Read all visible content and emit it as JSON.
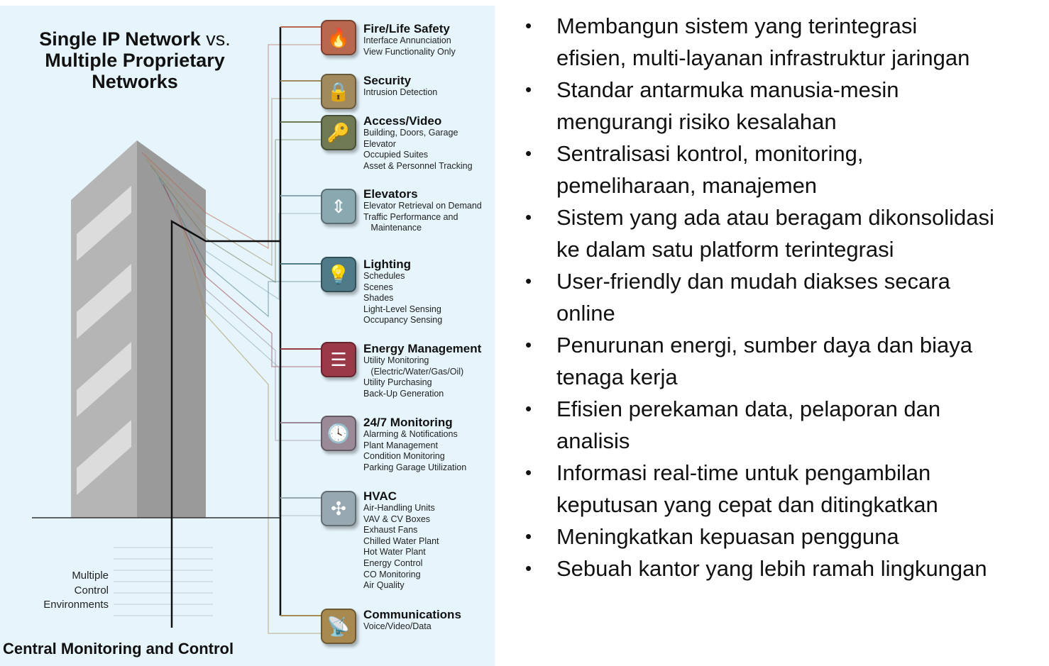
{
  "diagram": {
    "title_main": "Single IP Network",
    "title_vs": "vs.",
    "title_line2": "Multiple Proprietary",
    "title_line3": "Networks",
    "side_label": [
      "Multiple",
      "Control",
      "Environments"
    ],
    "bottom_label": "Central Monitoring and Control",
    "categories": [
      {
        "title": "Fire/Life Safety",
        "items": [
          "Interface Annunciation",
          "View Functionality Only"
        ],
        "icon": "flame-icon",
        "color": "#b8684e"
      },
      {
        "title": "Security",
        "items": [
          "Intrusion Detection"
        ],
        "icon": "padlock-icon",
        "color": "#a08a5e"
      },
      {
        "title": "Access/Video",
        "items": [
          "Building, Doors, Garage",
          "Elevator",
          "Occupied Suites",
          "Asset & Personnel Tracking"
        ],
        "icon": "key-icon",
        "color": "#6f7a55"
      },
      {
        "title": "Elevators",
        "items": [
          "Elevator Retrieval on Demand",
          "Traffic Performance and",
          "   Maintenance"
        ],
        "icon": "elevator-buttons-icon",
        "color": "#8aa8b0"
      },
      {
        "title": "Lighting",
        "items": [
          "Schedules",
          "Scenes",
          "Shades",
          "Light-Level Sensing",
          "Occupancy Sensing"
        ],
        "icon": "lightbulb-icon",
        "color": "#4f7a88"
      },
      {
        "title": "Energy Management",
        "items": [
          "Utility Monitoring",
          "   (Electric/Water/Gas/Oil)",
          "Utility Purchasing",
          "Back-Up Generation"
        ],
        "icon": "sliders-icon",
        "color": "#9a3a48"
      },
      {
        "title": "24/7 Monitoring",
        "items": [
          "Alarming & Notifications",
          "Plant Management",
          "Condition Monitoring",
          "Parking Garage Utilization"
        ],
        "icon": "clock-icon",
        "color": "#9a8a98"
      },
      {
        "title": "HVAC",
        "items": [
          "Air-Handling Units",
          "VAV & CV Boxes",
          "Exhaust Fans",
          "Chilled Water Plant",
          "Hot Water Plant",
          "Energy Control",
          "CO Monitoring",
          "Air Quality"
        ],
        "icon": "fan-icon",
        "color": "#98a8b0"
      },
      {
        "title": "Communications",
        "items": [
          "Voice/Video/Data"
        ],
        "icon": "antenna-icon",
        "color": "#a88a50"
      }
    ]
  },
  "bullets": [
    [
      "Membangun sistem yang terintegrasi",
      "efisien, multi-layanan infrastruktur jaringan"
    ],
    [
      "Standar antarmuka manusia-mesin",
      "mengurangi risiko kesalahan"
    ],
    [
      "Sentralisasi kontrol, monitoring,",
      "pemeliharaan, manajemen"
    ],
    [
      "Sistem yang ada atau beragam dikonsolidasi",
      "ke dalam satu platform terintegrasi"
    ],
    [
      "User-friendly dan mudah diakses secara",
      "online"
    ],
    [
      "Penurunan energi, sumber daya dan biaya",
      "tenaga kerja"
    ],
    [
      "Efisien perekaman data, pelaporan dan",
      "analisis"
    ],
    [
      "Informasi real-time untuk pengambilan",
      "keputusan yang cepat dan ditingkatkan"
    ],
    [
      "Meningkatkan kepuasan pengguna"
    ],
    [
      "Sebuah kantor yang lebih ramah lingkungan"
    ]
  ]
}
